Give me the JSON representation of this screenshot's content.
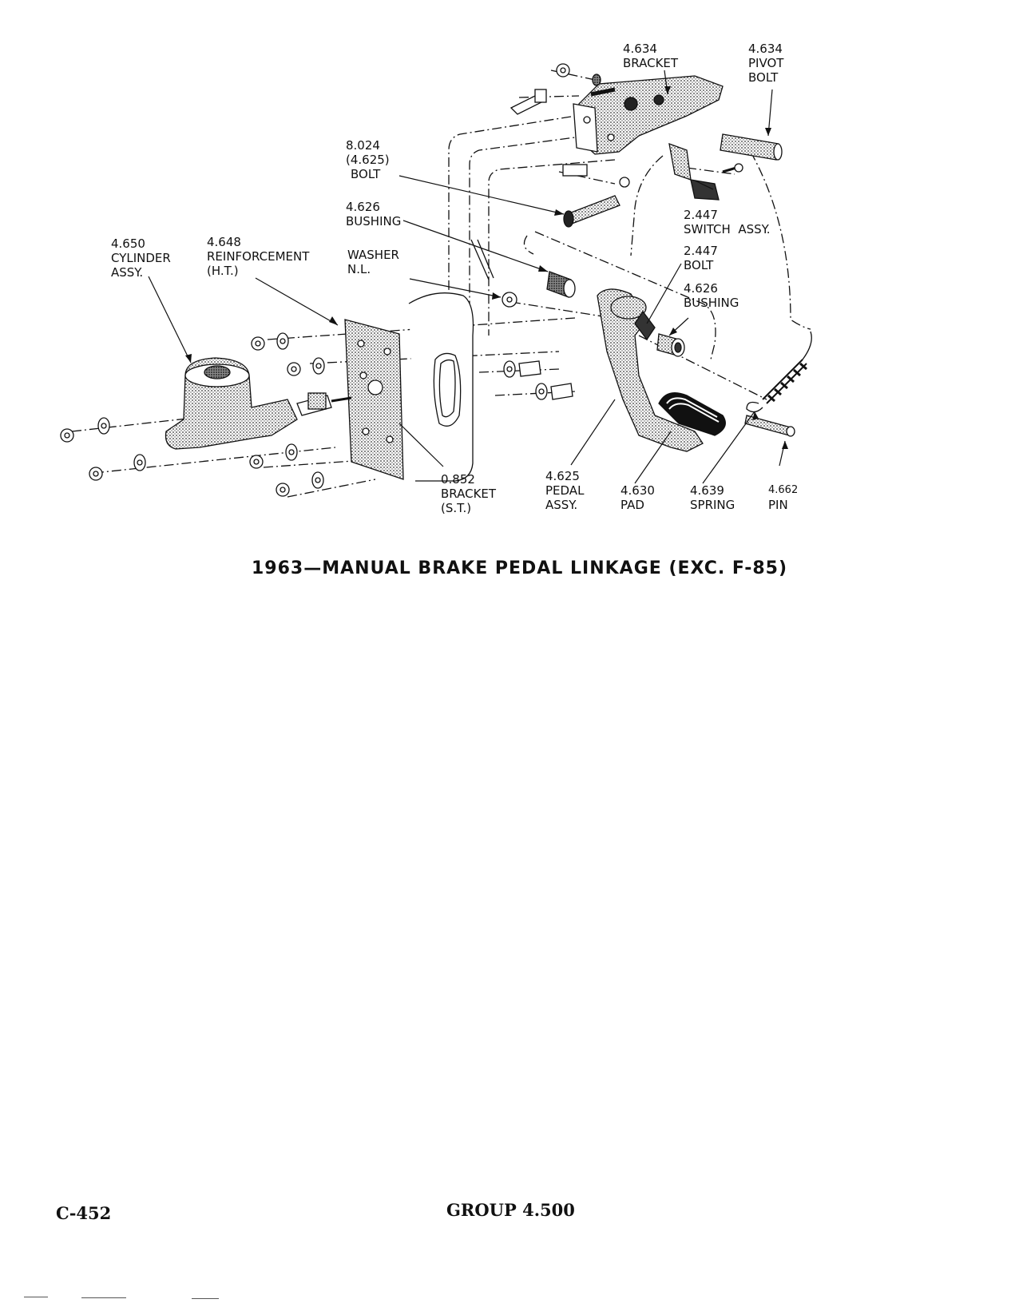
{
  "labels": {
    "bracket_top": [
      "4.634",
      "BRACKET"
    ],
    "pivot_bolt": [
      "4.634",
      "PIVOT",
      "BOLT"
    ],
    "bolt_8024": [
      "8.024",
      "(4.625)",
      "BOLT"
    ],
    "bushing_upper": [
      "4.626",
      "BUSHING"
    ],
    "switch_assy": [
      "2.447",
      "SWITCH  ASSY."
    ],
    "cylinder_assy": [
      "4.650",
      "CYLINDER",
      "ASSY."
    ],
    "reinforcement": [
      "4.648",
      "REINFORCEMENT",
      "(H.T.)"
    ],
    "washer": [
      "WASHER",
      "N.L."
    ],
    "bolt_2447": [
      "2.447",
      "BOLT"
    ],
    "bushing_lower": [
      "4.626",
      "BUSHING"
    ],
    "bracket_st": [
      "0.852",
      "BRACKET",
      "(S.T.)"
    ],
    "pedal_assy": [
      "4.625",
      "PEDAL",
      "ASSY."
    ],
    "pad": [
      "4.630",
      "PAD"
    ],
    "spring": [
      "4.639",
      "SPRING"
    ],
    "pin": [
      "4.662",
      "PIN"
    ]
  },
  "caption": "1963—MANUAL BRAKE PEDAL LINKAGE (EXC. F-85)",
  "footer": {
    "page_number": "C-452",
    "group": "GROUP 4.500"
  }
}
